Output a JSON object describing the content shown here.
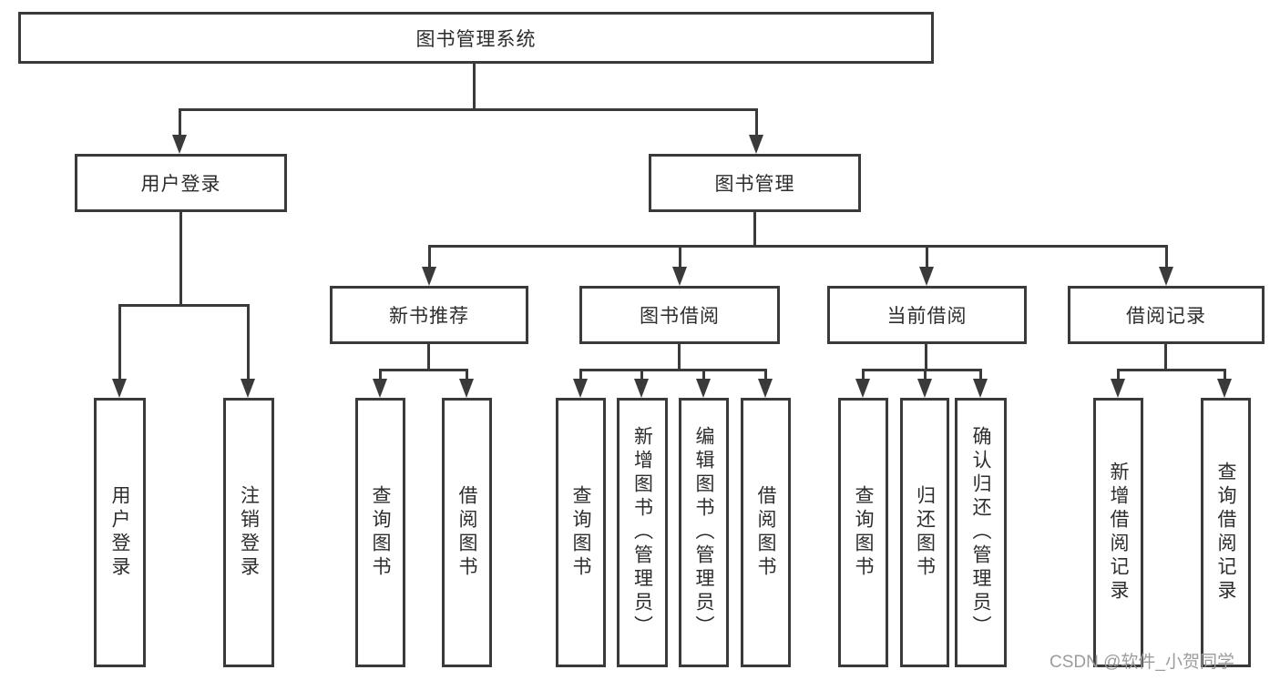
{
  "diagram": {
    "root": "图书管理系统",
    "level2": {
      "user_login": "用户登录",
      "book_management": "图书管理"
    },
    "user_login_children": {
      "login": "用户登录",
      "logout": "注销登录"
    },
    "book_management_children": {
      "new_book_recommend": "新书推荐",
      "book_borrow": "图书借阅",
      "current_borrow": "当前借阅",
      "borrow_records": "借阅记录"
    },
    "new_book_recommend_children": {
      "query_books": "查询图书",
      "borrow_books": "借阅图书"
    },
    "book_borrow_children": {
      "query_books": "查询图书",
      "add_books_admin": "新增图书（管理员）",
      "edit_books_admin": "编辑图书（管理员）",
      "borrow_books": "借阅图书"
    },
    "current_borrow_children": {
      "query_books": "查询图书",
      "return_books": "归还图书",
      "confirm_return_admin": "确认归还（管理员）"
    },
    "borrow_records_children": {
      "add_borrow_record": "新增借阅记录",
      "query_borrow_record": "查询借阅记录"
    }
  },
  "watermark": "CSDN @软件_小贺同学",
  "colors": {
    "line": "#3a3a3a",
    "text": "#2d2d2d",
    "watermark": "#9c9c9c",
    "background": "#ffffff"
  }
}
